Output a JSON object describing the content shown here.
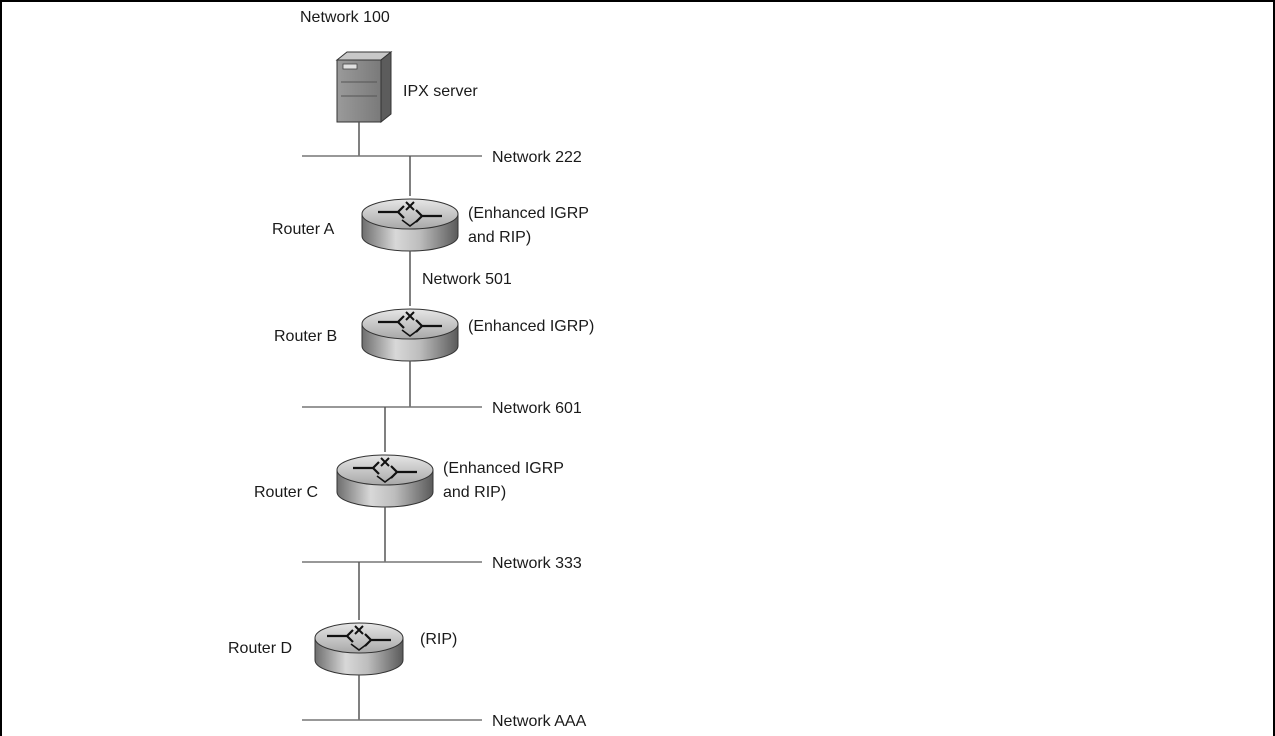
{
  "diagram": {
    "top_label": "Network 100",
    "server_label": "IPX server",
    "networks": {
      "n222": "Network 222",
      "n501": "Network 501",
      "n601": "Network 601",
      "n333": "Network 333",
      "naaa": "Network AAA"
    },
    "routers": {
      "a": {
        "name": "Router A",
        "protocol_line1": "(Enhanced IGRP",
        "protocol_line2": "and RIP)"
      },
      "b": {
        "name": "Router B",
        "protocol_line1": "(Enhanced IGRP)"
      },
      "c": {
        "name": "Router C",
        "protocol_line1": "(Enhanced IGRP",
        "protocol_line2": "and RIP)"
      },
      "d": {
        "name": "Router D",
        "protocol_line1": "(RIP)"
      }
    }
  }
}
